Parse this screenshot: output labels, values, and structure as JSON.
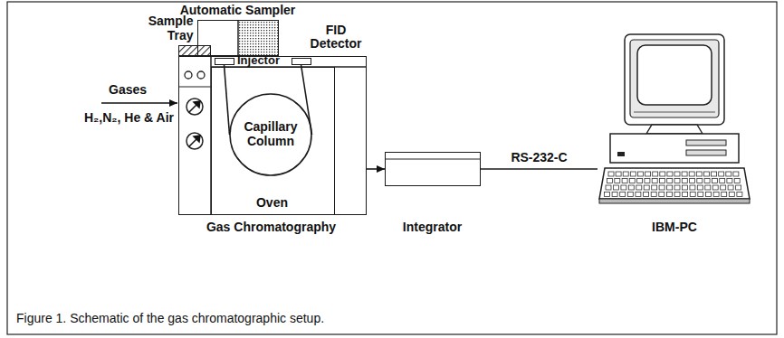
{
  "diagram": {
    "caption": "Figure 1. Schematic of the gas chromatographic setup.",
    "nodes": [
      {
        "text": [
          "Automatic Sampler"
        ]
      },
      {
        "text": [
          "Sample Tray"
        ]
      },
      {
        "text": [
          "Gas Chromatography"
        ]
      },
      {
        "text": [
          "Injector"
        ],
        "in": 2
      },
      {
        "text": [
          "FID Detector"
        ],
        "in": 2
      },
      {
        "text": [
          "Oven"
        ],
        "in": 2
      },
      {
        "text": [
          "Capillary Column"
        ],
        "in": 5
      },
      {
        "text": [
          "Integrator"
        ]
      },
      {
        "text": [
          "IBM-PC"
        ]
      }
    ],
    "edges": [
      {
        "from": 3,
        "to": 6,
        "arrow": "none"
      },
      {
        "from": 6,
        "to": 4,
        "arrow": "none"
      },
      {
        "from": 2,
        "to": 7,
        "arrow": "to"
      },
      {
        "from": 7,
        "to": 8,
        "label": "RS-232-C",
        "arrow": "none"
      }
    ],
    "labels": [
      "Gases",
      "H₂,N₂, He & Air"
    ]
  }
}
